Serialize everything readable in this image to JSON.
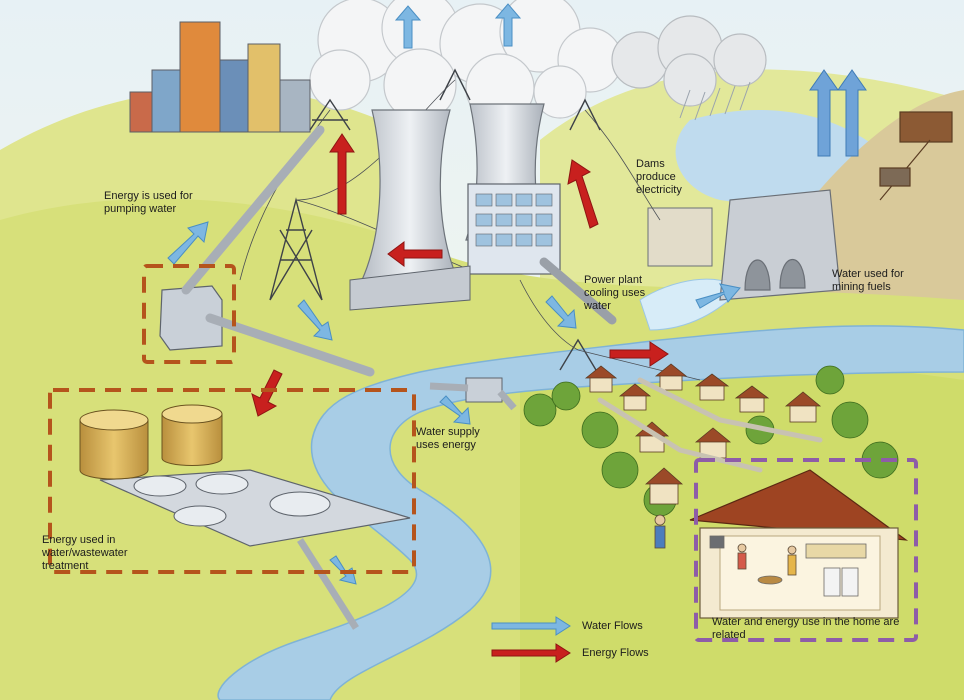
{
  "labels": {
    "pumping": "Energy is used for pumping water",
    "dams": "Dams produce electricity",
    "mining": "Water used for mining fuels",
    "cooling": "Power plant cooling uses water",
    "supply": "Water supply uses energy",
    "treatment": "Energy used in water/wastewater treatment",
    "home": "Water and energy use in the home are related"
  },
  "legend": {
    "water_flows": "Water Flows",
    "energy_flows": "Energy Flows"
  },
  "colors": {
    "water_flow": "#6aaad8",
    "energy_flow": "#c8201e",
    "treatment_box": "#b5541c",
    "home_box": "#8e5ca8",
    "river": "#a8cde6",
    "hill": "#d7e07a"
  }
}
